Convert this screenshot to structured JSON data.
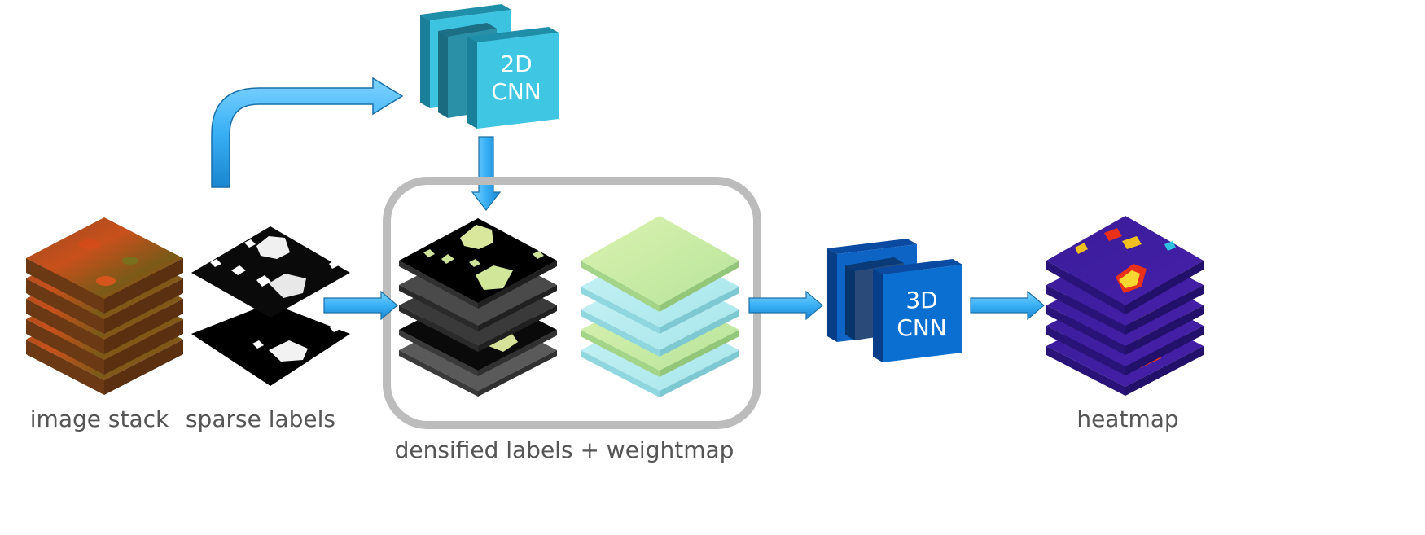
{
  "labels": {
    "image_stack": "image stack",
    "sparse_labels": "sparse labels",
    "densified": "densified labels + weightmap",
    "heatmap": "heatmap"
  },
  "cnn2d": {
    "line1": "2D",
    "line2": "CNN"
  },
  "cnn3d": {
    "line1": "3D",
    "line2": "CNN"
  },
  "colors": {
    "arrow": "#3fb5f5",
    "cnn2d": "#3cc3e0",
    "cnn3d": "#0a6fd0",
    "frame": "#bcbcbc",
    "label_text": "#555555"
  }
}
